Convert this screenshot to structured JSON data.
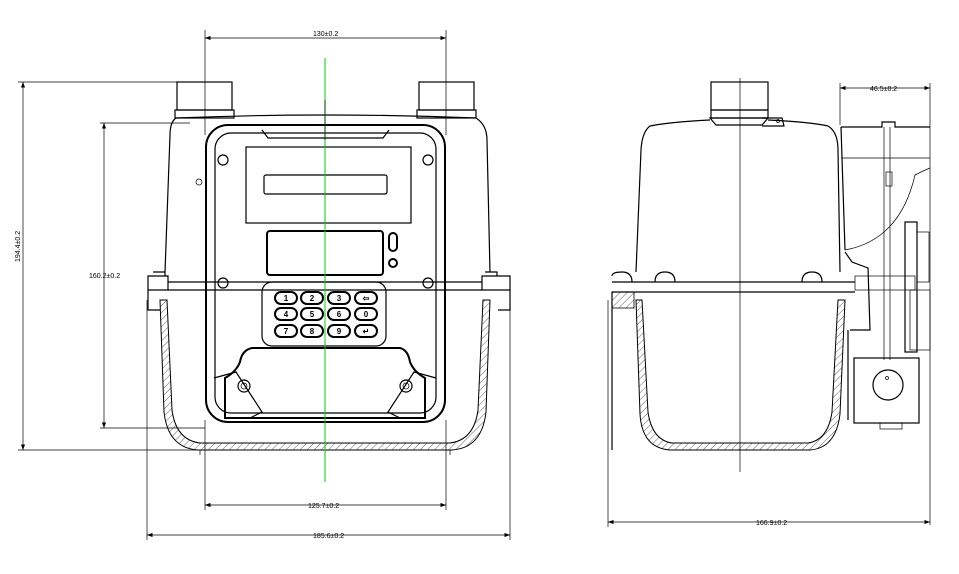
{
  "drawing": {
    "front_view": {
      "dimensions": {
        "pipe_spacing": "130±0.2",
        "total_height": "194.4±0.2",
        "body_height": "160.2±0.2",
        "panel_width": "125.7±0.2",
        "total_width": "185.6±0.2"
      },
      "keypad": [
        "1",
        "2",
        "3",
        "⇦",
        "4",
        "5",
        "6",
        "0",
        "7",
        "8",
        "9",
        "↵"
      ]
    },
    "side_view": {
      "dimensions": {
        "module_depth": "46.5±0.2",
        "total_depth": "166.9±0.2"
      }
    },
    "colors": {
      "centerline": "#00d000",
      "line": "#000000"
    }
  }
}
